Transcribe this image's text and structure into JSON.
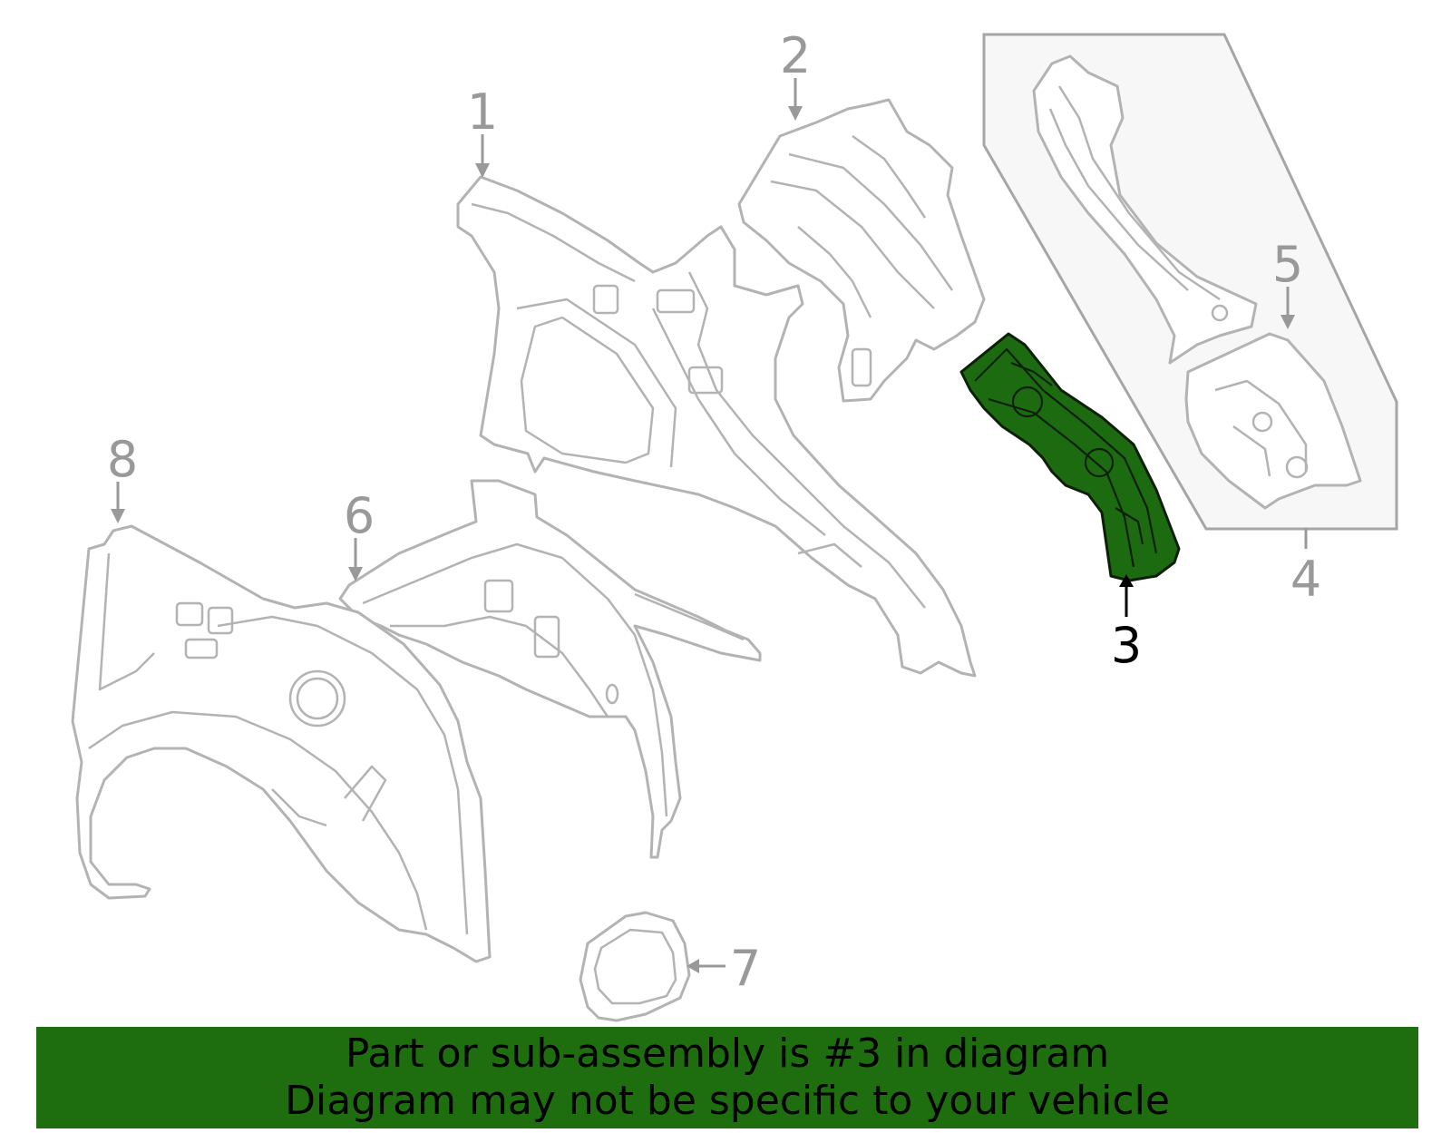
{
  "diagram": {
    "callouts": [
      "1",
      "2",
      "3",
      "4",
      "5",
      "6",
      "7",
      "8"
    ],
    "highlighted_part": "3",
    "highlight_color": "#1e6e0f"
  },
  "banner": {
    "line1": "Part or sub-assembly is #3 in diagram",
    "line2": "Diagram may not be specific to your vehicle"
  }
}
